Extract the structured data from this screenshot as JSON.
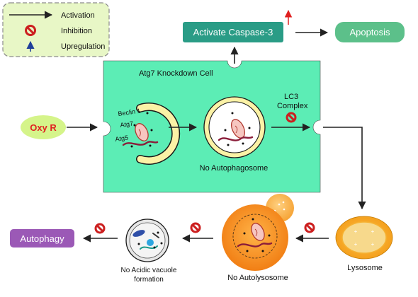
{
  "legend": {
    "activation": "Activation",
    "inhibition": "Inhibition",
    "upregulation": "Upregulation"
  },
  "caspase_label": "Activate Caspase-3",
  "apoptosis_label": "Apoptosis",
  "cell_title": "Atg7 Knockdown Cell",
  "oxy_label": "Oxy R",
  "phagophore_labels": {
    "beclin": "Beclin 1",
    "atg7": "Atg7",
    "atg5": "Atg5"
  },
  "no_autophagosome": "No Autophagosome",
  "lc3_line1": "LC3",
  "lc3_line2": "Complex",
  "lysosome_label": "Lysosome",
  "no_autolysosome": "No Autolysosome",
  "no_acidic_line1": "No Acidic vacuole",
  "no_acidic_line2": "formation",
  "autophagy_label": "Autophagy",
  "colors": {
    "cell_fill": "#5cedb5",
    "caspase_box": "#2a9c86",
    "apoptosis_box": "#5cc08a",
    "autophagy_box": "#9b59b6",
    "oxy_fill": "#d5f48a",
    "oxy_text": "#e02020",
    "legend_fill": "#e8f7c6",
    "inhibition": "#cc1f1f",
    "upregulation_arrow": "#1f3f9a",
    "caspase_up_arrow": "#e02020",
    "lysosome_fill": "#f7a21b",
    "autolysosome_fill": "#f78f1e"
  }
}
